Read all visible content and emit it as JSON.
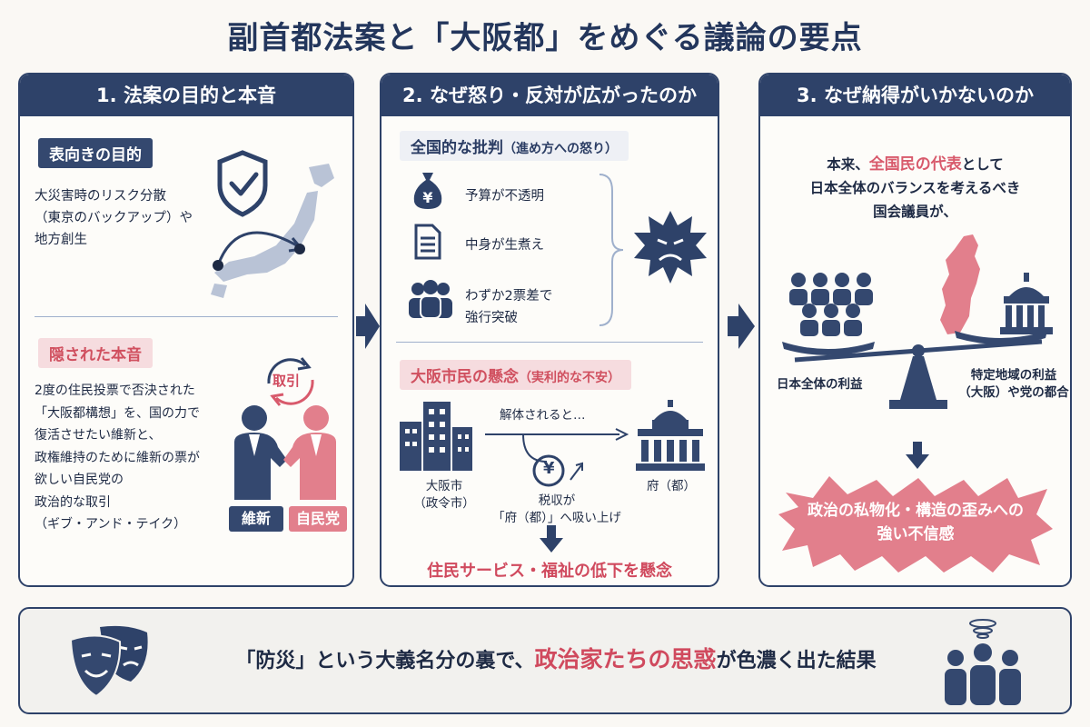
{
  "title": "副首都法案と「大阪都」をめぐる議論の要点",
  "panel1": {
    "header": "1. 法案の目的と本音",
    "tag_purpose": "表向きの目的",
    "purpose_text": "大災害時のリスク分散\n（東京のバックアップ）や\n地方創生",
    "tag_hidden": "隠された本音",
    "hidden_text": "2度の住民投票で否決された\n「大阪都構想」を、国の力で\n復活させたい維新と、\n政権維持のために維新の票が\n欲しい自民党の\n政治的な取引\n（ギブ・アンド・テイク）",
    "deal_label": "取引",
    "party_ishin": "維新",
    "party_ldp": "自民党"
  },
  "panel2": {
    "header": "2. なぜ怒り・反対が広がったのか",
    "tag_national": "全国的な批判",
    "tag_national_sub": "（進め方への怒り）",
    "items": [
      "予算が不透明",
      "中身が生煮え",
      "わずか2票差で\n強行突破"
    ],
    "tag_osaka": "大阪市民の懸念",
    "tag_osaka_sub": "（実利的な不安）",
    "dissolve_label": "解体されると…",
    "city_label": "大阪市\n（政令市）",
    "pref_label": "府（都）",
    "tax_label": "税収が\n「府（都）」へ吸い上げ",
    "yen_symbol": "¥",
    "concern": "住民サービス・福祉の低下を懸念"
  },
  "panel3": {
    "header": "3. なぜ納得がいかないのか",
    "intro_pre": "本来、",
    "intro_hl": "全国民の代表",
    "intro_post": "として\n日本全体のバランスを考えるべき\n国会議員が、",
    "left_label": "日本全体の利益",
    "right_label": "特定地域の利益\n（大阪）や党の都合",
    "distrust": "政治の私物化・構造の歪みへの\n強い不信感"
  },
  "bottom": {
    "pre": "「防災」という大義名分の裏で、",
    "hl": "政治家たちの思惑",
    "post": "が色濃く出た結果"
  }
}
